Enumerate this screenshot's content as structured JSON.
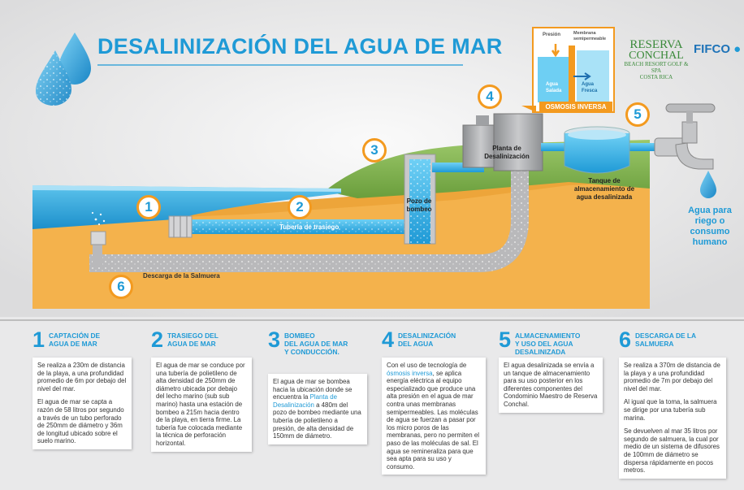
{
  "title": "DESALINIZACIÓN DEL AGUA DE MAR",
  "logos": {
    "reserva_line1": "RESERVA",
    "reserva_line2": "CONCHAL",
    "reserva_line3": "BEACH RESORT GOLF & SPA",
    "reserva_line4": "COSTA RICA",
    "fifco": "FIFCO"
  },
  "diagram": {
    "markers": [
      "1",
      "2",
      "3",
      "4",
      "5",
      "6"
    ],
    "labels": {
      "pipe": "Tubería de trasiego",
      "well": "Pozo de bombeo",
      "plant": "Planta de Desalinización",
      "tank": "Tanque de almacenamiento de agua desalinizada",
      "discharge": "Descarga de la Salmuera",
      "water_use": "Agua para riego o consumo humano"
    },
    "inset": {
      "title": "OSMOSIS INVERSA",
      "pressure": "Presión",
      "membrane": "Membrana semipermeable",
      "salt_water": "Agua Salada",
      "fresh_water": "Agua Fresca"
    }
  },
  "colors": {
    "accent_blue": "#1f9ad6",
    "sea": "#2ea8dd",
    "sand": "#f4b24c",
    "grass": "#7fb04e",
    "pipe_gray": "#b9b9bb",
    "orange": "#f39a1f"
  },
  "steps": [
    {
      "num": "1",
      "heading": [
        "CAPTACIÓN DE",
        "AGUA DE MAR"
      ],
      "paragraphs": [
        "Se realiza a 230m de distancia de la playa, a una profundidad promedio de 6m por debajo del nivel del mar.",
        "El agua de mar se capta a razón de 58 litros por segundo a través de un tubo perforado de 250mm de diámetro y 36m de longitud ubicado sobre el suelo marino."
      ]
    },
    {
      "num": "2",
      "heading": [
        "TRASIEGO DEL",
        "AGUA DE MAR"
      ],
      "paragraphs": [
        "El agua de mar se conduce por una tubería de polietileno de alta densidad de 250mm de diámetro ubicada por debajo del lecho marino (sub sub marino) hasta una estación de bombeo a 215m hacia dentro de la playa, en tierra firme. La tubería fue colocada mediante la técnica de perforación horizontal."
      ]
    },
    {
      "num": "3",
      "heading": [
        "BOMBEO",
        "DEL AGUA DE MAR",
        "Y CONDUCCIÓN."
      ],
      "paragraphs": [
        "El agua de mar se bombea hacia la ubicación donde se encuentra la",
        "Planta de Desalinización",
        "a 480m del pozo de bombeo mediante una tubería de polietileno a presión, de alta densidad de 150mm de diámetro."
      ]
    },
    {
      "num": "4",
      "heading": [
        "DESALINIZACIÓN",
        "DEL AGUA"
      ],
      "paragraphs": [
        "Con el uso de tecnología de",
        "ósmosis inversa",
        ", se aplica energía eléctrica al equipo especializado que produce una alta presión en el agua de mar contra unas membranas semipermeables. Las moléculas de agua se fuerzan a pasar por los micro poros de las membranas, pero no permiten el paso de las moléculas de sal. El agua se remineraliza para que sea apta para su uso y consumo."
      ]
    },
    {
      "num": "5",
      "heading": [
        "ALMACENAMIENTO",
        "Y USO DEL AGUA",
        "DESALINIZADA"
      ],
      "paragraphs": [
        "El agua desalinizada se envía a un tanque de almacenamiento para su uso posterior en los diferentes componentes del Condominio Maestro de Reserva Conchal."
      ]
    },
    {
      "num": "6",
      "heading": [
        "DESCARGA DE LA",
        "SALMUERA"
      ],
      "paragraphs": [
        "Se realiza a 370m de distancia de la playa y a una profundidad promedio de 7m por debajo del nivel del mar.",
        "Al igual que la toma, la salmuera se dirige por una tubería sub marina.",
        "Se devuelven al mar 35 litros por segundo de salmuera, la cual por medio de un sistema de difusores de 100mm de diámetro se dispersa rápidamente en pocos metros."
      ]
    }
  ]
}
